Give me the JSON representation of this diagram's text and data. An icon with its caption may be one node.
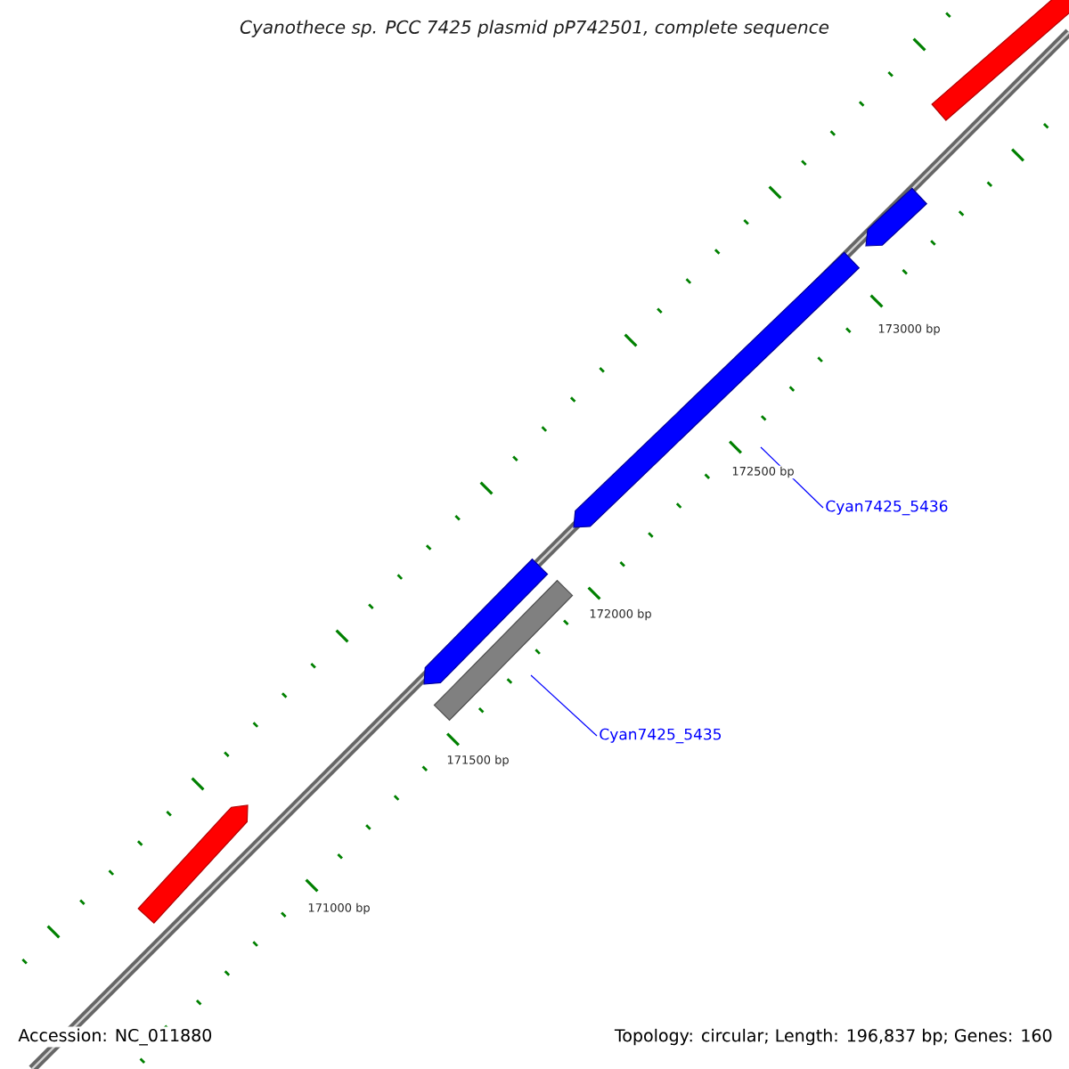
{
  "diagram": {
    "title": "Cyanothece sp. PCC 7425 plasmid pP742501, complete sequence",
    "nodes": [
      {
        "text": [
          "Cyan7425_5436"
        ]
      },
      {
        "text": [
          "Cyan7425_5435"
        ]
      }
    ],
    "edges": [
      {
        "from": 0,
        "to": null,
        "arrow": "none",
        "color": "#0000ff"
      },
      {
        "from": 1,
        "to": null,
        "arrow": "none",
        "color": "#0000ff"
      }
    ],
    "labels": [
      "173000 bp",
      "172500 bp",
      "172000 bp",
      "171500 bp",
      "171000 bp",
      "Accession: NC_011880",
      "Topology: circular; Length: 196,837 bp; Genes: 160"
    ]
  }
}
